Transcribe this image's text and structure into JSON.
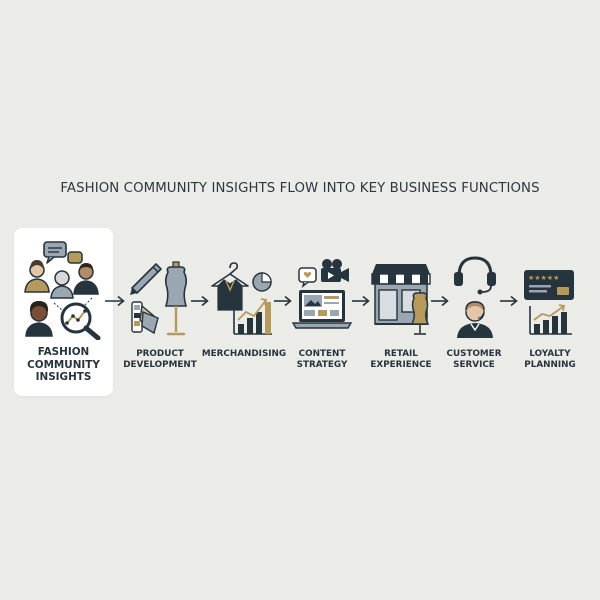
{
  "title": "FASHION COMMUNITY INSIGHTS FLOW INTO KEY BUSINESS FUNCTIONS",
  "colors": {
    "background": "#ebebe7",
    "navy": "#26343d",
    "gold": "#b69a5b",
    "gray": "#9aa6b2",
    "card": "#ffffff"
  },
  "nodes": [
    {
      "label": "FASHION\nCOMMUNITY\nINSIGHTS",
      "icon": "people-analytics-icon"
    },
    {
      "label": "PRODUCT\nDEVELOPMENT",
      "icon": "pen-dressform-icon"
    },
    {
      "label": "MERCHANDISING",
      "icon": "hanger-chart-icon"
    },
    {
      "label": "CONTENT\nSTRATEGY",
      "icon": "laptop-media-icon"
    },
    {
      "label": "RETAIL\nEXPERIENCE",
      "icon": "storefront-icon"
    },
    {
      "label": "CUSTOMER\nSERVICE",
      "icon": "headset-agent-icon"
    },
    {
      "label": "LOYALTY\nPLANNING",
      "icon": "rewards-card-icon"
    }
  ]
}
